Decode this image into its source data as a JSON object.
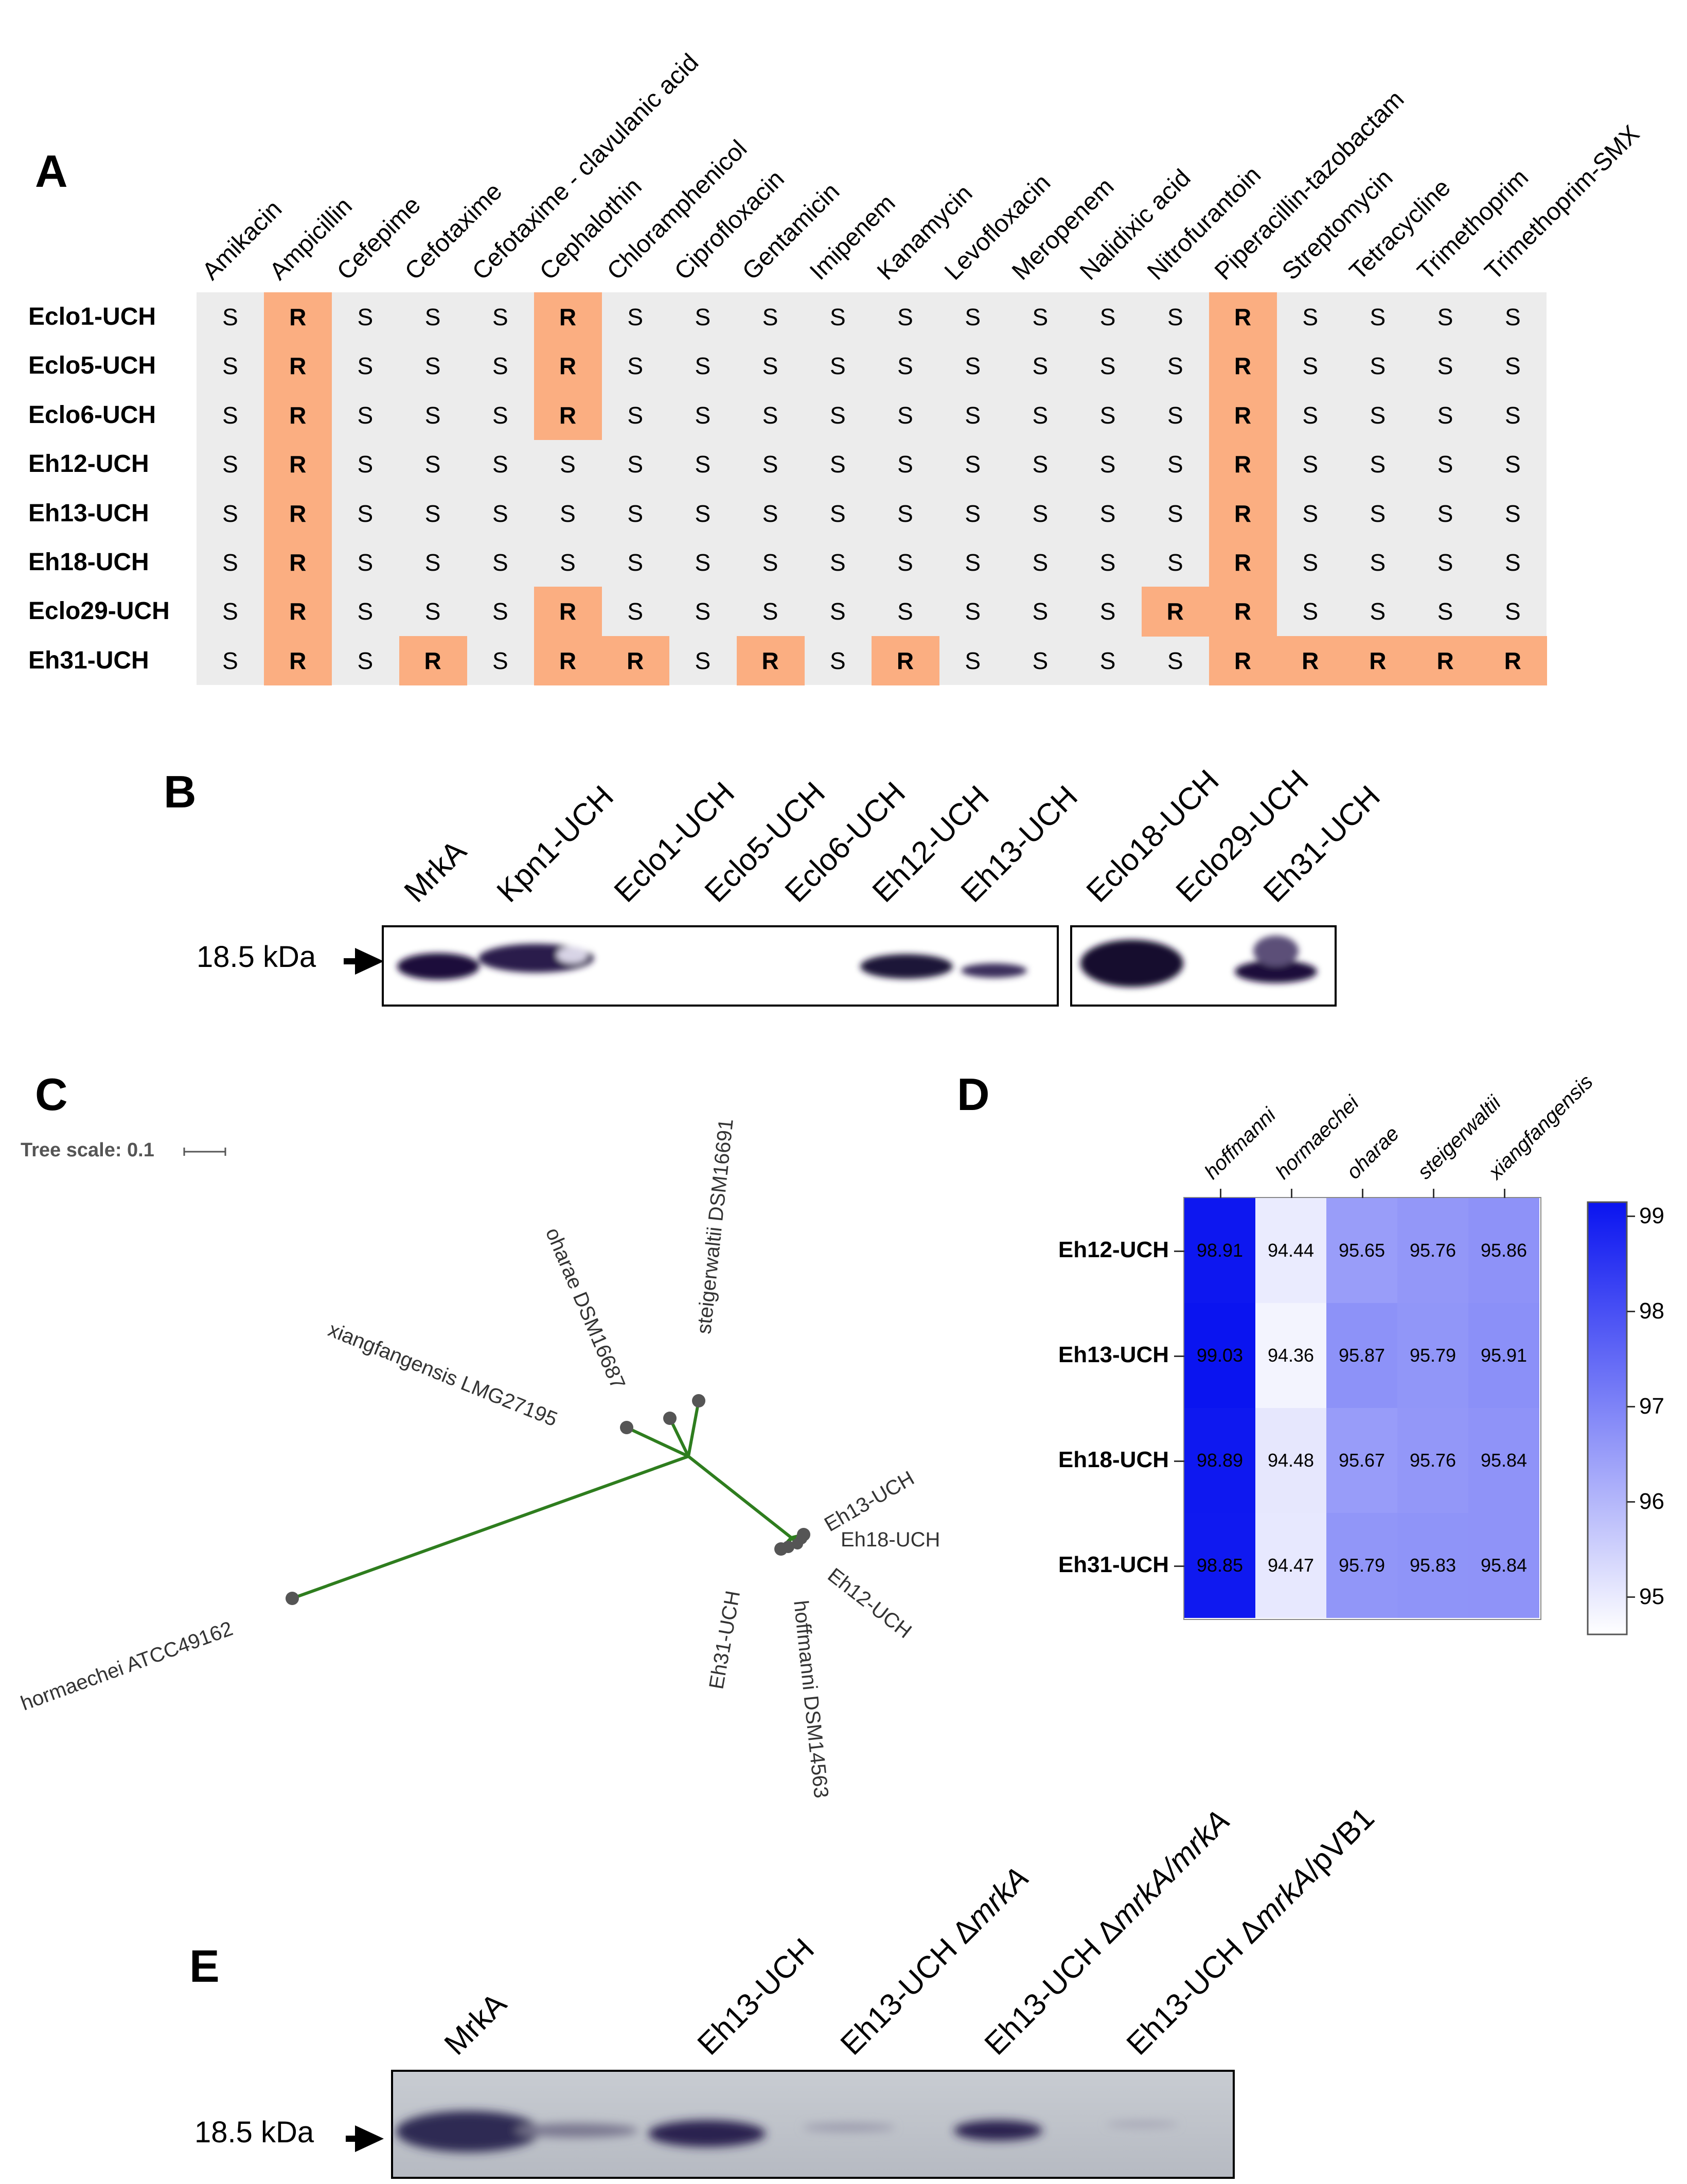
{
  "panels": {
    "a": "A",
    "b": "B",
    "c": "C",
    "d": "D",
    "e": "E"
  },
  "panelA": {
    "antibiotics": [
      "Amikacin",
      "Ampicillin",
      "Cefepime",
      "Cefotaxime",
      "Cefotaxime - clavulanic acid",
      "Cephalothin",
      "Chloramphenicol",
      "Ciprofloxacin",
      "Gentamicin",
      "Imipenem",
      "Kanamycin",
      "Levofloxacin",
      "Meropenem",
      "Nalidixic acid",
      "Nitrofurantoin",
      "Piperacillin-tazobactam",
      "Streptomycin",
      "Tetracycline",
      "Trimethoprim",
      "Trimethoprim-SMX"
    ],
    "strains": [
      "Eclo1-UCH",
      "Eclo5-UCH",
      "Eclo6-UCH",
      "Eh12-UCH",
      "Eh13-UCH",
      "Eh18-UCH",
      "Eclo29-UCH",
      "Eh31-UCH"
    ],
    "matrix": [
      [
        "S",
        "R",
        "S",
        "S",
        "S",
        "R",
        "S",
        "S",
        "S",
        "S",
        "S",
        "S",
        "S",
        "S",
        "S",
        "R",
        "S",
        "S",
        "S",
        "S"
      ],
      [
        "S",
        "R",
        "S",
        "S",
        "S",
        "R",
        "S",
        "S",
        "S",
        "S",
        "S",
        "S",
        "S",
        "S",
        "S",
        "R",
        "S",
        "S",
        "S",
        "S"
      ],
      [
        "S",
        "R",
        "S",
        "S",
        "S",
        "R",
        "S",
        "S",
        "S",
        "S",
        "S",
        "S",
        "S",
        "S",
        "S",
        "R",
        "S",
        "S",
        "S",
        "S"
      ],
      [
        "S",
        "R",
        "S",
        "S",
        "S",
        "S",
        "S",
        "S",
        "S",
        "S",
        "S",
        "S",
        "S",
        "S",
        "S",
        "R",
        "S",
        "S",
        "S",
        "S"
      ],
      [
        "S",
        "R",
        "S",
        "S",
        "S",
        "S",
        "S",
        "S",
        "S",
        "S",
        "S",
        "S",
        "S",
        "S",
        "S",
        "R",
        "S",
        "S",
        "S",
        "S"
      ],
      [
        "S",
        "R",
        "S",
        "S",
        "S",
        "S",
        "S",
        "S",
        "S",
        "S",
        "S",
        "S",
        "S",
        "S",
        "S",
        "R",
        "S",
        "S",
        "S",
        "S"
      ],
      [
        "S",
        "R",
        "S",
        "S",
        "S",
        "R",
        "S",
        "S",
        "S",
        "S",
        "S",
        "S",
        "S",
        "S",
        "R",
        "R",
        "S",
        "S",
        "S",
        "S"
      ],
      [
        "S",
        "R",
        "S",
        "R",
        "S",
        "R",
        "R",
        "S",
        "R",
        "S",
        "R",
        "S",
        "S",
        "S",
        "S",
        "R",
        "R",
        "R",
        "R",
        "R"
      ]
    ],
    "colors": {
      "background": "#ececec",
      "resistant": "#fbae81"
    }
  },
  "panelB": {
    "lanes": [
      "MrkA",
      "Kpn1-UCH",
      "Eclo1-UCH",
      "Eclo5-UCH",
      "Eclo6-UCH",
      "Eh12-UCH",
      "Eh13-UCH",
      "Eclo18-UCH",
      "Eclo29-UCH",
      "Eh31-UCH"
    ],
    "marker": "18.5 kDa"
  },
  "panelC": {
    "scale_label": "Tree scale: 0.1",
    "taxa": [
      "steigerwaltii DSM16691",
      "oharae DSM16687",
      "xiangfangensis LMG27195",
      "hormaechei ATCC49162",
      "Eh13-UCH",
      "Eh18-UCH",
      "Eh12-UCH",
      "Eh31-UCH",
      "hoffmanni DSM14563"
    ],
    "branch_color": "#2e7d1e"
  },
  "panelD": {
    "columns": [
      "hoffmanni",
      "hormaechei",
      "oharae",
      "steigerwaltii",
      "xiangfangensis"
    ],
    "rows": [
      "Eh12-UCH",
      "Eh13-UCH",
      "Eh18-UCH",
      "Eh31-UCH"
    ],
    "values": [
      [
        "98.91",
        "94.44",
        "95.65",
        "95.76",
        "95.86"
      ],
      [
        "99.03",
        "94.36",
        "95.87",
        "95.79",
        "95.91"
      ],
      [
        "98.89",
        "94.48",
        "95.67",
        "95.76",
        "95.84"
      ],
      [
        "98.85",
        "94.47",
        "95.79",
        "95.83",
        "95.84"
      ]
    ],
    "colorbar_ticks": [
      "99",
      "98",
      "97",
      "96",
      "95"
    ],
    "color_max": "#0a14f0",
    "color_min": "#ffffff"
  },
  "panelE": {
    "lanes": [
      {
        "prefix": "MrkA",
        "italic": ""
      },
      {
        "prefix": "Eh13-UCH",
        "italic": ""
      },
      {
        "prefix": "Eh13-UCH Δ",
        "italic": "mrkA"
      },
      {
        "prefix": "Eh13-UCH Δ",
        "italic": "mrkA/mrkA"
      },
      {
        "prefix": "Eh13-UCH Δ",
        "italic": "mrkA",
        "suffix": "/pVB1"
      }
    ],
    "marker": "18.5 kDa"
  }
}
